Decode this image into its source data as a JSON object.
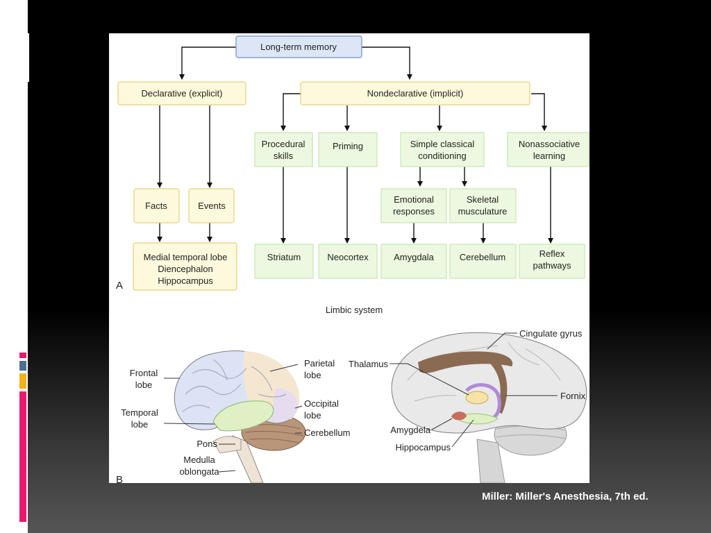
{
  "diagram_a": {
    "panel_label": "A",
    "root": "Long-term memory",
    "declarative": "Declarative (explicit)",
    "nondeclarative": "Nondeclarative (implicit)",
    "facts": "Facts",
    "events": "Events",
    "declarative_site": [
      "Medial temporal lobe",
      "Diencephalon",
      "Hippocampus"
    ],
    "procedural": [
      "Procedural",
      "skills"
    ],
    "priming": "Priming",
    "simple_conditioning": [
      "Simple classical",
      "conditioning"
    ],
    "nonassociative": [
      "Nonassociative",
      "learning"
    ],
    "emotional": [
      "Emotional",
      "responses"
    ],
    "skeletal": [
      "Skeletal",
      "musculature"
    ],
    "striatum": "Striatum",
    "neocortex": "Neocortex",
    "amygdala": "Amygdala",
    "cerebellum": "Cerebellum",
    "reflex": [
      "Reflex",
      "pathways"
    ]
  },
  "diagram_b": {
    "panel_label": "B",
    "title": "Limbic system",
    "lateral": {
      "frontal": [
        "Frontal",
        "lobe"
      ],
      "parietal": [
        "Parietal",
        "lobe"
      ],
      "temporal": [
        "Temporal",
        "lobe"
      ],
      "occipital": [
        "Occipital",
        "lobe"
      ],
      "pons": "Pons",
      "cerebellum": "Cerebellum",
      "medulla": [
        "Medulla",
        "oblongata"
      ]
    },
    "medial": {
      "cingulate": "Cingulate gyrus",
      "thalamus": "Thalamus",
      "fornix": "Fornix",
      "amygdala": "Amygdela",
      "hippocampus": "Hippocampus"
    }
  },
  "caption": "Miller: Miller's Anesthesia, 7th ed.",
  "colors": {
    "root_fill": "#dce6f7",
    "root_stroke": "#6f8fc9",
    "yellow_fill": "#fdf9dc",
    "yellow_stroke": "#e8cf7a",
    "green_fill": "#ecf8df",
    "green_stroke": "#c9e6b0",
    "accent_pink": "#e8196f",
    "accent_blue": "#4b6f94",
    "accent_gold": "#f5b21b"
  }
}
